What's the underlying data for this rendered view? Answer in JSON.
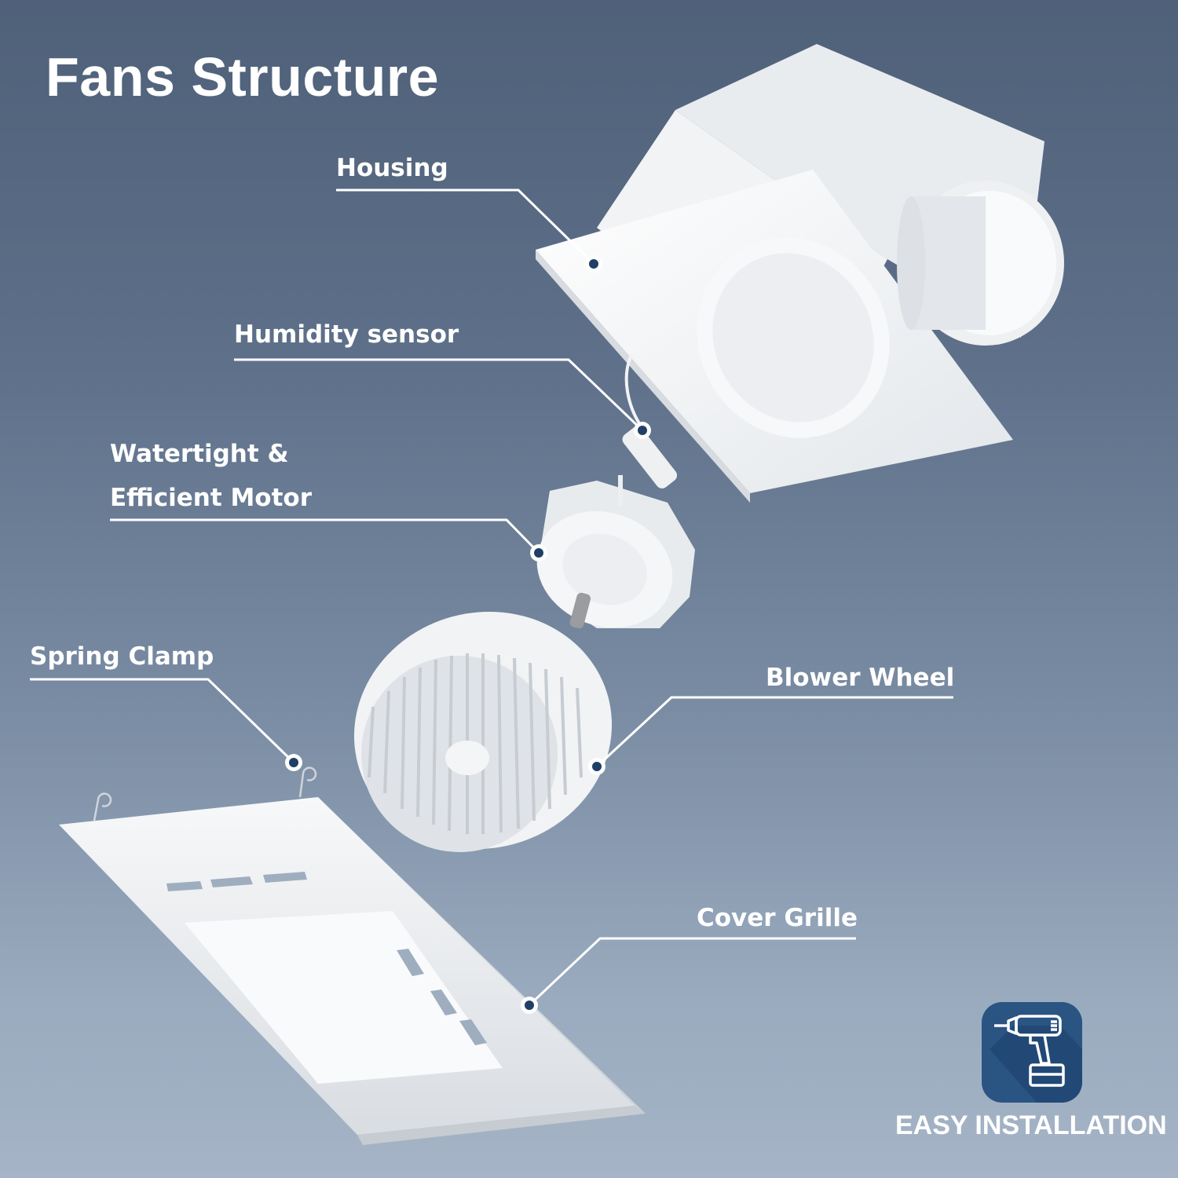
{
  "title": "Fans Structure",
  "parts": [
    {
      "id": "housing",
      "label": "Housing"
    },
    {
      "id": "humidity-sensor",
      "label": "Humidity sensor"
    },
    {
      "id": "motor",
      "label_line1": "Watertight &",
      "label_line2": "Efficient Motor"
    },
    {
      "id": "spring-clamp",
      "label": "Spring Clamp"
    },
    {
      "id": "blower-wheel",
      "label": "Blower Wheel"
    },
    {
      "id": "cover-grille",
      "label": "Cover Grille"
    }
  ],
  "badge": {
    "icon": "drill-icon",
    "caption": "EASY INSTALLATION",
    "color": "#2a5482"
  },
  "colors": {
    "background_top": "#4f6079",
    "background_bottom": "#a5b4c6",
    "leader_line": "#ffffff",
    "dot_center": "#1f3f66",
    "part_white": "#f4f5f6"
  }
}
